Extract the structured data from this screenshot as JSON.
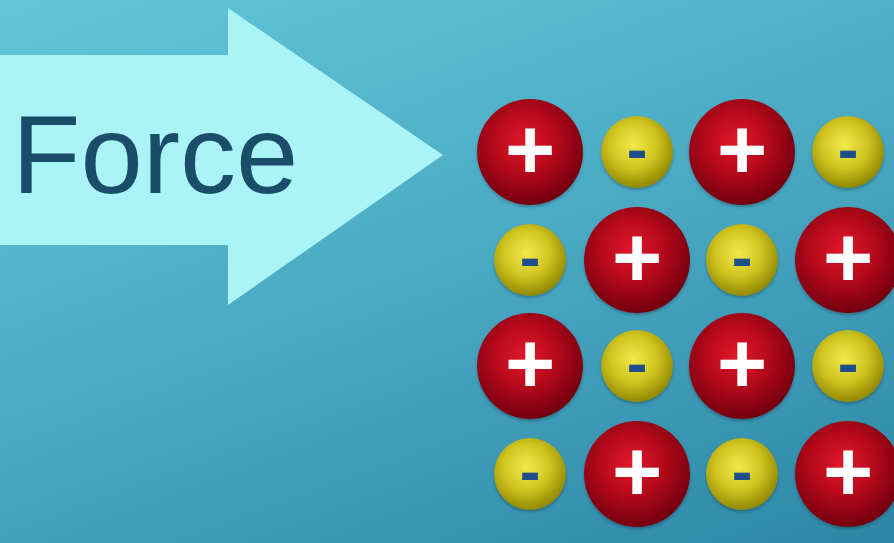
{
  "diagram": {
    "nodes": [
      {
        "text": [
          "Force"
        ]
      },
      {
        "text": [
          "+"
        ]
      },
      {
        "text": [
          "-"
        ]
      },
      {
        "text": [
          "+"
        ]
      },
      {
        "text": [
          "-"
        ]
      },
      {
        "text": [
          "-"
        ]
      },
      {
        "text": [
          "+"
        ]
      },
      {
        "text": [
          "-"
        ]
      },
      {
        "text": [
          "+"
        ]
      },
      {
        "text": [
          "+"
        ]
      },
      {
        "text": [
          "-"
        ]
      },
      {
        "text": [
          "+"
        ]
      },
      {
        "text": [
          "-"
        ]
      },
      {
        "text": [
          "-"
        ]
      },
      {
        "text": [
          "+"
        ]
      },
      {
        "text": [
          "-"
        ]
      },
      {
        "text": [
          "+"
        ]
      }
    ]
  }
}
